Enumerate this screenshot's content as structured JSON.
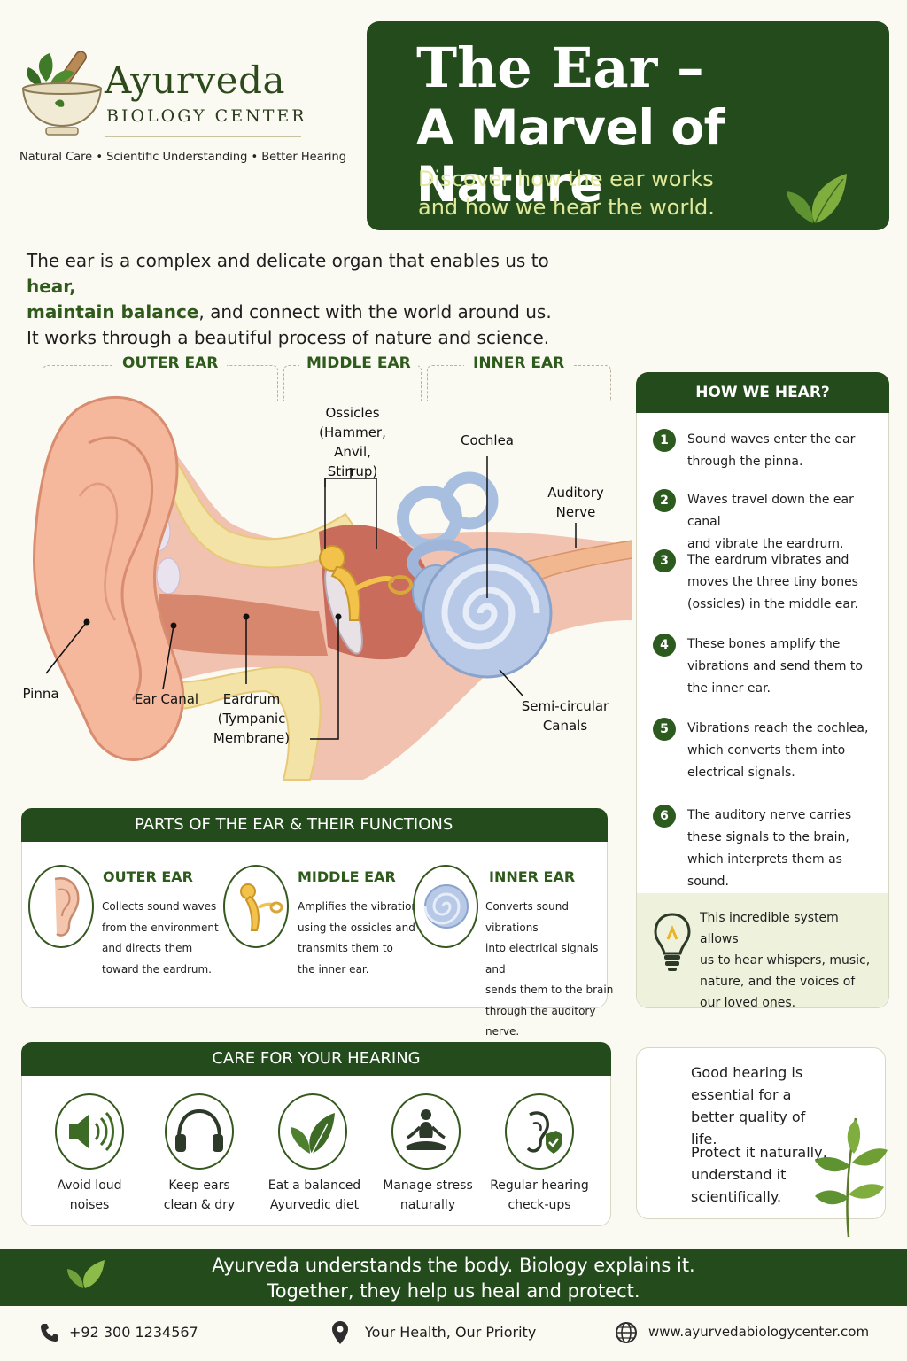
{
  "brand": {
    "name": "Ayurveda",
    "subtitle": "BIOLOGY CENTER",
    "tagline": "Natural Care • Scientific Understanding • Better Hearing"
  },
  "hero": {
    "title_line1": "The Ear –",
    "title_line2": "A Marvel of Nature",
    "subtitle_line1": "Discover how the ear works",
    "subtitle_line2": "and how we hear the world."
  },
  "intro": {
    "part1": "The ear is a complex and delicate organ that enables us to ",
    "hear": "hear,",
    "balance": "maintain balance",
    "part2": ", and connect with the world around us.",
    "line3": "It works through a beautiful process of nature and science."
  },
  "diagram": {
    "sections": [
      "OUTER EAR",
      "MIDDLE EAR",
      "INNER EAR"
    ],
    "labels": {
      "ossicles": [
        "Ossicles",
        "(Hammer, Anvil,",
        "Stirrup)"
      ],
      "cochlea": "Cochlea",
      "auditory_nerve": [
        "Auditory",
        "Nerve"
      ],
      "pinna": "Pinna",
      "ear_canal": "Ear Canal",
      "eardrum": [
        "Eardrum",
        "(Tympanic",
        "Membrane)"
      ],
      "semicircular": [
        "Semi-circular",
        "Canals"
      ]
    }
  },
  "how_we_hear": {
    "title": "HOW WE HEAR?",
    "steps": [
      {
        "num": "1",
        "lines": [
          "Sound waves enter the ear",
          "through the pinna."
        ]
      },
      {
        "num": "2",
        "lines": [
          "Waves travel down the ear canal",
          "and vibrate the eardrum."
        ]
      },
      {
        "num": "3",
        "lines": [
          "The eardrum vibrates and",
          "moves the three tiny bones",
          "(ossicles) in the middle ear."
        ]
      },
      {
        "num": "4",
        "lines": [
          "These bones amplify the",
          "vibrations and send them to",
          "the inner ear."
        ]
      },
      {
        "num": "5",
        "lines": [
          "Vibrations reach the cochlea,",
          "which converts them into",
          "electrical signals."
        ]
      },
      {
        "num": "6",
        "lines": [
          "The auditory nerve carries",
          "these signals to the brain,",
          "which interprets them as sound."
        ]
      }
    ],
    "footer": [
      "This incredible system allows",
      "us to hear whispers, music,",
      "nature, and the voices of",
      "our loved ones."
    ]
  },
  "parts": {
    "title": "PARTS OF THE EAR & THEIR FUNCTIONS",
    "items": [
      {
        "title": "OUTER EAR",
        "lines": [
          "Collects sound waves",
          "from the environment",
          "and directs them",
          "toward the eardrum."
        ]
      },
      {
        "title": "MIDDLE EAR",
        "lines": [
          "Amplifies the vibrations",
          "using the ossicles and",
          "transmits them to",
          "the inner ear."
        ]
      },
      {
        "title": "INNER EAR",
        "lines": [
          "Converts sound vibrations",
          "into electrical signals and",
          "sends them to the brain",
          "through the auditory nerve."
        ]
      }
    ]
  },
  "care": {
    "title": "CARE FOR YOUR HEARING",
    "items": [
      {
        "icon": "speaker-icon",
        "lines": [
          "Avoid loud",
          "noises"
        ]
      },
      {
        "icon": "headphones-icon",
        "lines": [
          "Keep ears",
          "clean & dry"
        ]
      },
      {
        "icon": "leaf-icon",
        "lines": [
          "Eat a balanced",
          "Ayurvedic diet"
        ]
      },
      {
        "icon": "meditation-icon",
        "lines": [
          "Manage stress",
          "naturally"
        ]
      },
      {
        "icon": "ear-shield-icon",
        "lines": [
          "Regular hearing",
          "check-ups"
        ]
      }
    ]
  },
  "good_hearing": {
    "lines1": [
      "Good hearing is",
      "essential for a",
      "better quality of life."
    ],
    "lines2": [
      "Protect it naturally,",
      "understand it",
      "scientifically."
    ]
  },
  "band": {
    "line1": "Ayurveda understands the body. Biology explains it.",
    "line2": "Together, they help us heal and protect."
  },
  "contact": {
    "phone": "+92 300 1234567",
    "slogan": "Your Health, Our Priority",
    "website": "www.ayurvedabiologycenter.com"
  },
  "colors": {
    "primary_green": "#234b1c",
    "accent_yellow": "#e2e99a",
    "cream": "#fbfaf2"
  }
}
